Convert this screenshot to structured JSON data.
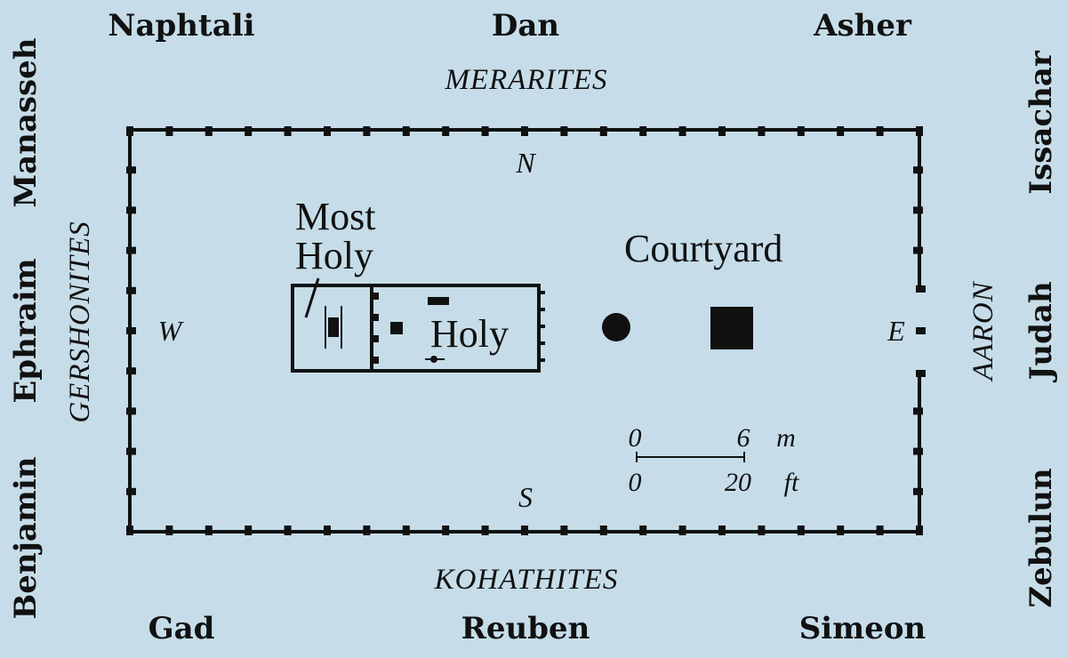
{
  "tribes": {
    "north": [
      "Naphtali",
      "Dan",
      "Asher"
    ],
    "south": [
      "Gad",
      "Reuben",
      "Simeon"
    ],
    "west": [
      "Manasseh",
      "Ephraim",
      "Benjamin"
    ],
    "east": [
      "Issachar",
      "Judah",
      "Zebulun"
    ]
  },
  "clans": {
    "north": "MERARITES",
    "south": "KOHATHITES",
    "west": "GERSHONITES",
    "east": "AARON"
  },
  "directions": {
    "north": "N",
    "south": "S",
    "west": "W",
    "east": "E"
  },
  "areas": {
    "most_holy_line1": "Most",
    "most_holy_line2": "Holy",
    "holy": "Holy",
    "courtyard": "Courtyard"
  },
  "scale_bar": {
    "metric_start": "0",
    "metric_end": "6",
    "metric_unit": "m",
    "imperial_start": "0",
    "imperial_end": "20",
    "imperial_unit": "ft"
  },
  "colors": {
    "background": "#c6dde9",
    "ink": "#111111"
  }
}
